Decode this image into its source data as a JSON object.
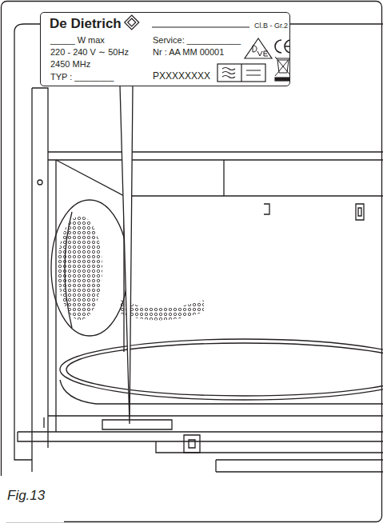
{
  "diagram": {
    "caption": "Fig.13",
    "nodes": [
      {
        "text": [
          "De Dietrich",
          "_____ W max",
          "220 - 240 V ∼ 50Hz",
          "2450 MHz",
          "TYP : ________",
          "Service: ___________",
          "Nr : AA MM 00001",
          "PXXXXXXXX",
          "Cl.B - Gr.2"
        ]
      }
    ]
  }
}
